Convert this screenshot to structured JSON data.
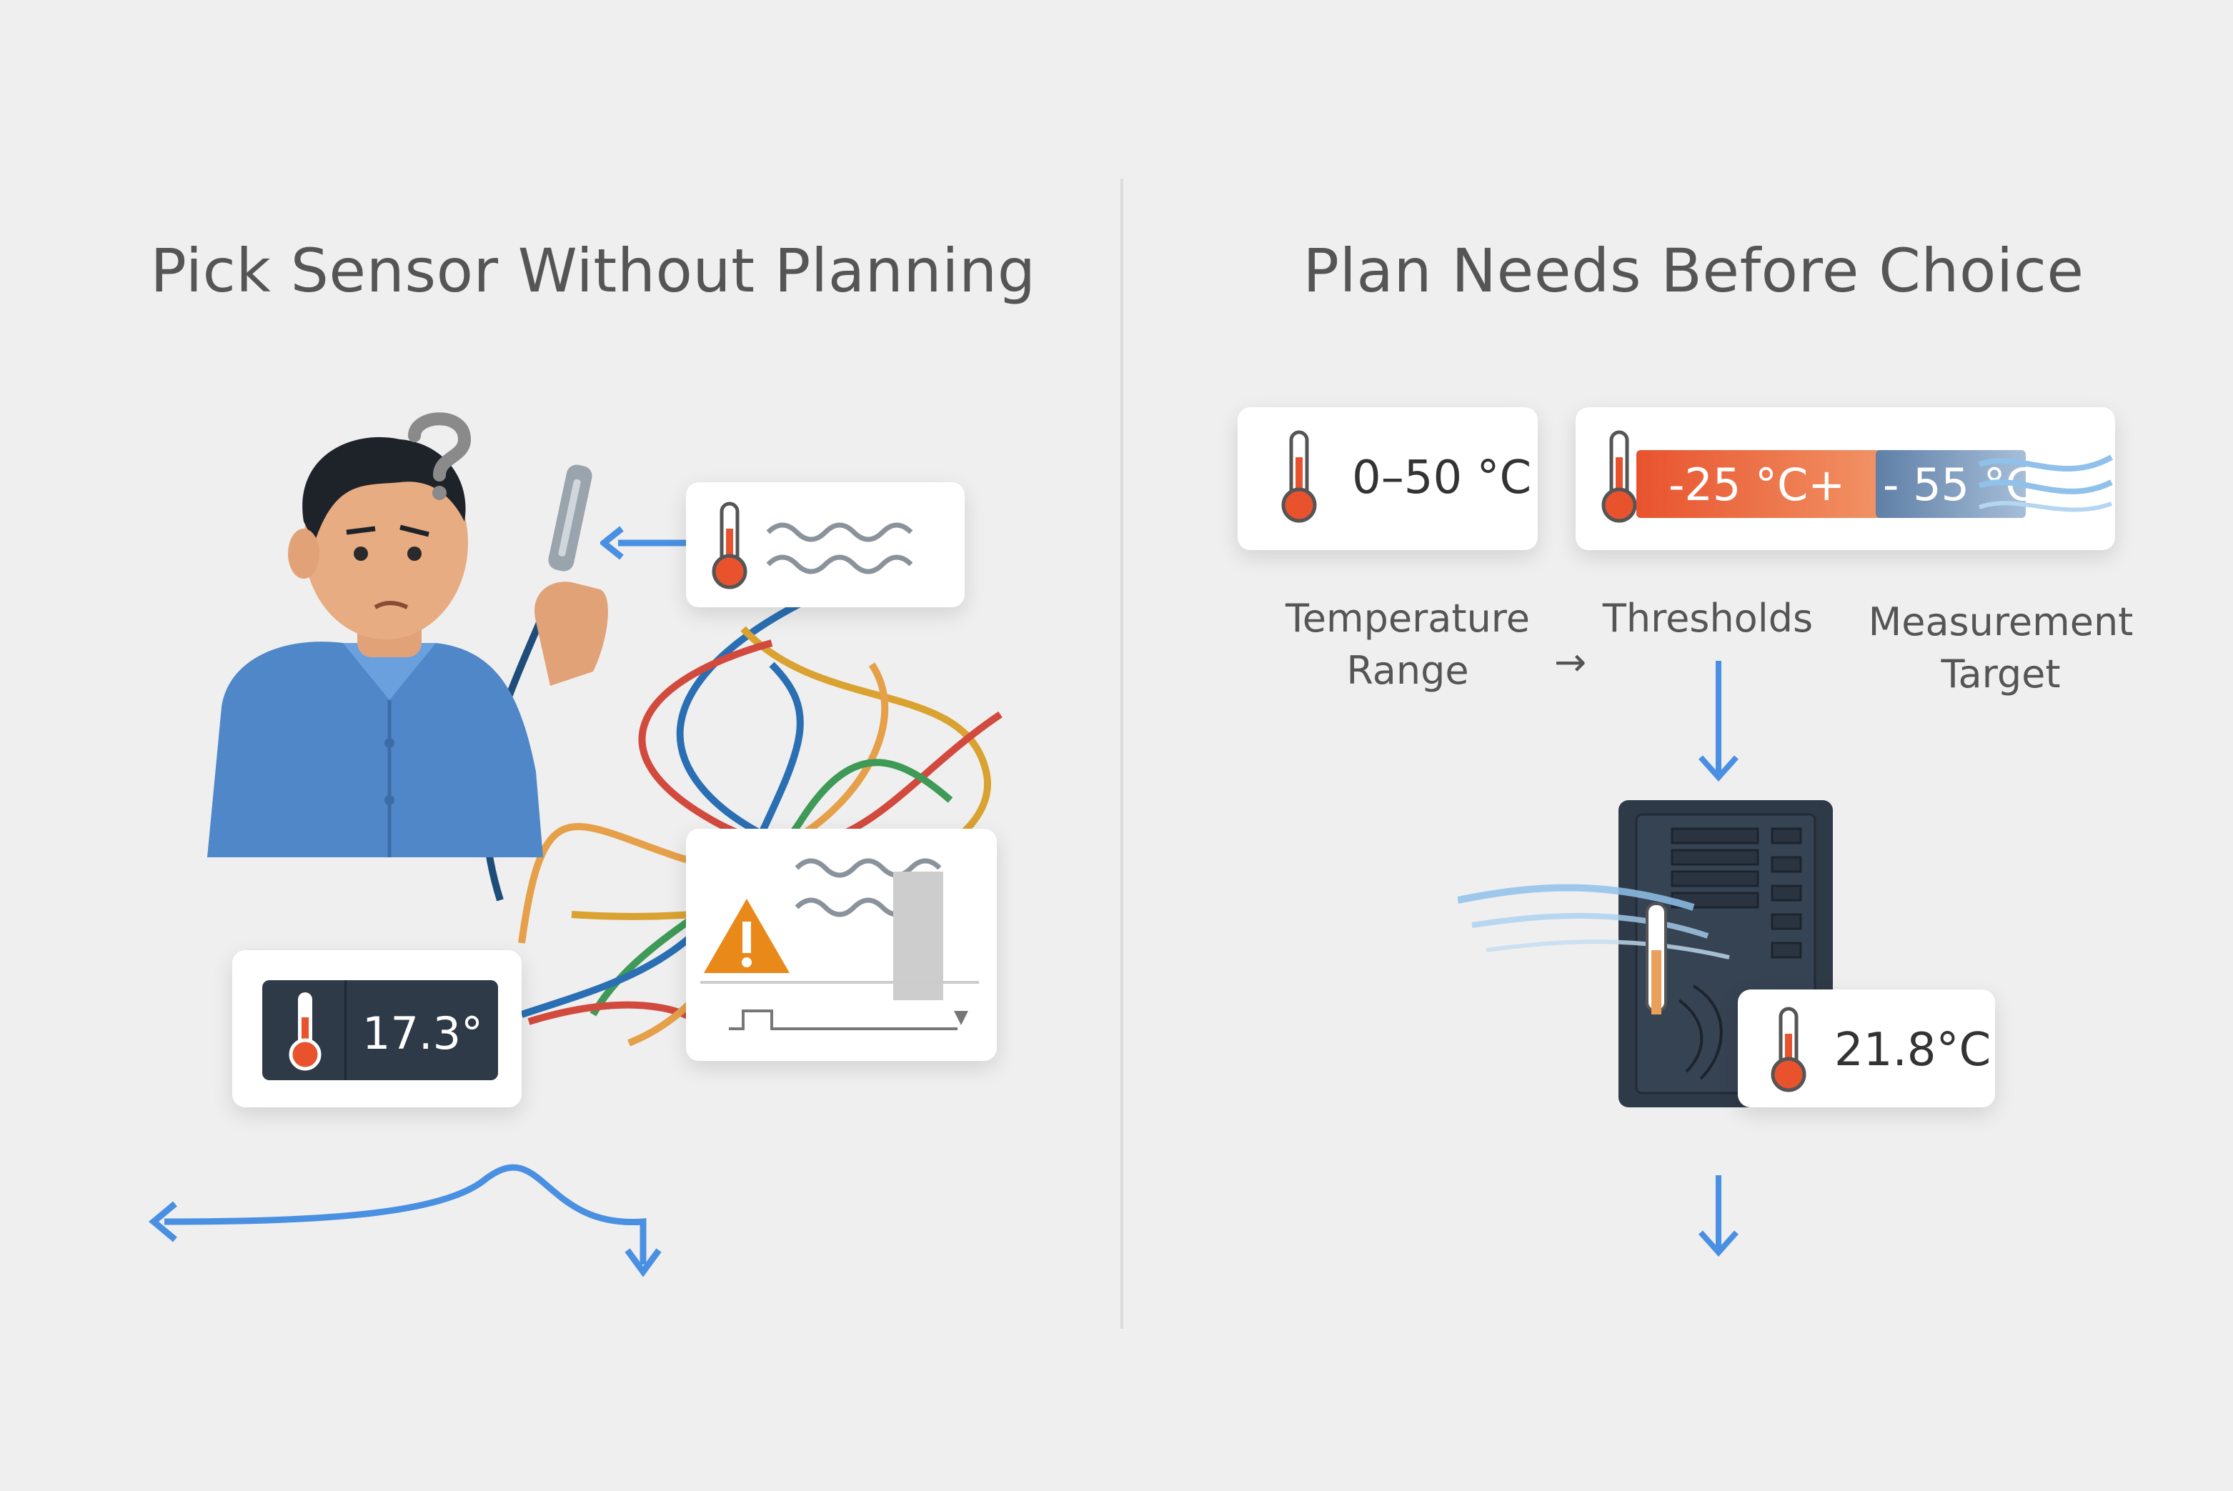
{
  "left": {
    "title": "Pick Sensor Without Planning",
    "display_reading": "17.3°"
  },
  "right": {
    "title": "Plan Needs Before Choice",
    "range_chip": "0–50 °C",
    "threshold_low": "-25 °C+",
    "threshold_high": "- 55 °C",
    "labels": {
      "range": [
        "Temperature",
        "Range"
      ],
      "thresholds": "Thresholds",
      "target": [
        "Measurement",
        "Target"
      ]
    },
    "arrow_glyph": "→",
    "reading": "21.8°C"
  },
  "colors": {
    "background": "#efefef",
    "accent_blue": "#4a90e2",
    "thermo_red": "#e8532e",
    "warning_orange": "#e8891a",
    "shirt_blue": "#4f87c9",
    "device_dark": "#2f3a48"
  },
  "icons": [
    "question-mark-icon",
    "thermometer-icon",
    "warning-icon",
    "probe-icon"
  ]
}
